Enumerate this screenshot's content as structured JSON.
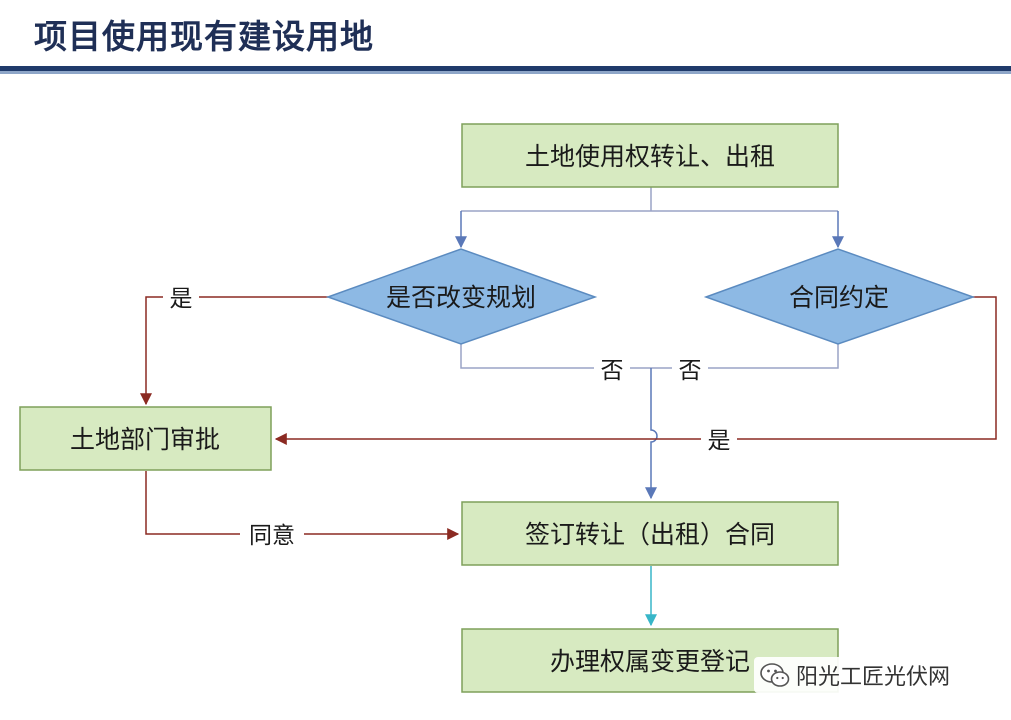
{
  "title": "项目使用现有建设用地",
  "colors": {
    "title_text": "#1f2f56",
    "rule_dark": "#1f3a6b",
    "rule_light": "#8ea6c8",
    "box_fill": "#d7eac1",
    "box_border": "#7fa05a",
    "diamond_fill": "#8db9e4",
    "diamond_border": "#5b8bc0",
    "edge_blue": "#5a78b8",
    "edge_gray": "#9aa3c6",
    "edge_red": "#8b2a22",
    "edge_teal": "#38b6c8"
  },
  "nodes": {
    "transfer": "土地使用权转让、出租",
    "change_plan": "是否改变规划",
    "contract_terms": "合同约定",
    "land_dept": "土地部门审批",
    "sign_contract": "签订转让（出租）合同",
    "register": "办理权属变更登记"
  },
  "edge_labels": {
    "yes_left": "是",
    "no_left": "否",
    "no_right": "否",
    "yes_right": "是",
    "agree": "同意"
  },
  "watermark": {
    "text": "阳光工匠光伏网",
    "icon": "wechat-icon"
  }
}
